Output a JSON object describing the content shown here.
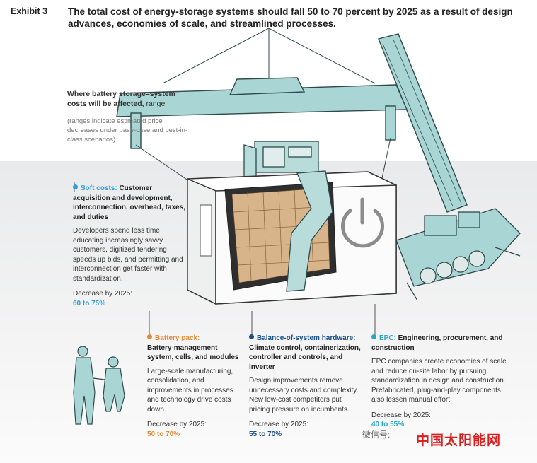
{
  "exhibit": "Exhibit 3",
  "headline": "The total cost of energy-storage systems should fall 50 to 70 percent by 2025 as a result of design advances, economies of scale, and streamlined processes.",
  "intro": {
    "title_bold": "Where battery storage–system costs will be affected,",
    "title_rest": " range",
    "note": "(ranges indicate estimated price decreases under base-case and best-in-class scenarios)"
  },
  "blocks": {
    "soft": {
      "key": "Soft costs:",
      "title": " Customer acquisition and development, interconnection, overhead, taxes, and duties",
      "body": "Developers spend less time educating increasingly savvy customers, digitized tendering speeds up bids, and permitting and interconnection get faster with standardization.",
      "dec_label": "Decrease by 2025:",
      "range": "60 to 75%"
    },
    "battery": {
      "key": "Battery pack:",
      "title": "Battery-management system, cells, and modules",
      "body": "Large-scale manufacturing, consolidation, and improvements in processes and technology drive costs down.",
      "dec_label": "Decrease by 2025:",
      "range": "50 to 70%"
    },
    "bos": {
      "key": "Balance-of-system hardware:",
      "title": " Climate control, containerization, controller and controls, and inverter",
      "body": "Design improvements remove unnecessary costs and complexity. New low-cost competitors put pricing pressure on incumbents.",
      "dec_label": "Decrease by 2025:",
      "range": "55 to 70%"
    },
    "epc": {
      "key": "EPC:",
      "title": " Engineering, procurement, and construction",
      "body": "EPC companies create economies of scale and reduce on-site labor by pursuing standardization in design and construction. Prefabricated, plug-and-play components also lessen manual effort.",
      "dec_label": "Decrease by 2025:",
      "range": "40 to 55%"
    }
  },
  "watermark": {
    "wechat": "微信号:",
    "site": "中国太阳能网"
  },
  "colors": {
    "soft": "#2e9fd6",
    "battery": "#e5893a",
    "bos": "#1a4f8a",
    "epc": "#29a5c8",
    "crane": "#a9d6d4",
    "crane_edge": "#2e4a4c"
  }
}
